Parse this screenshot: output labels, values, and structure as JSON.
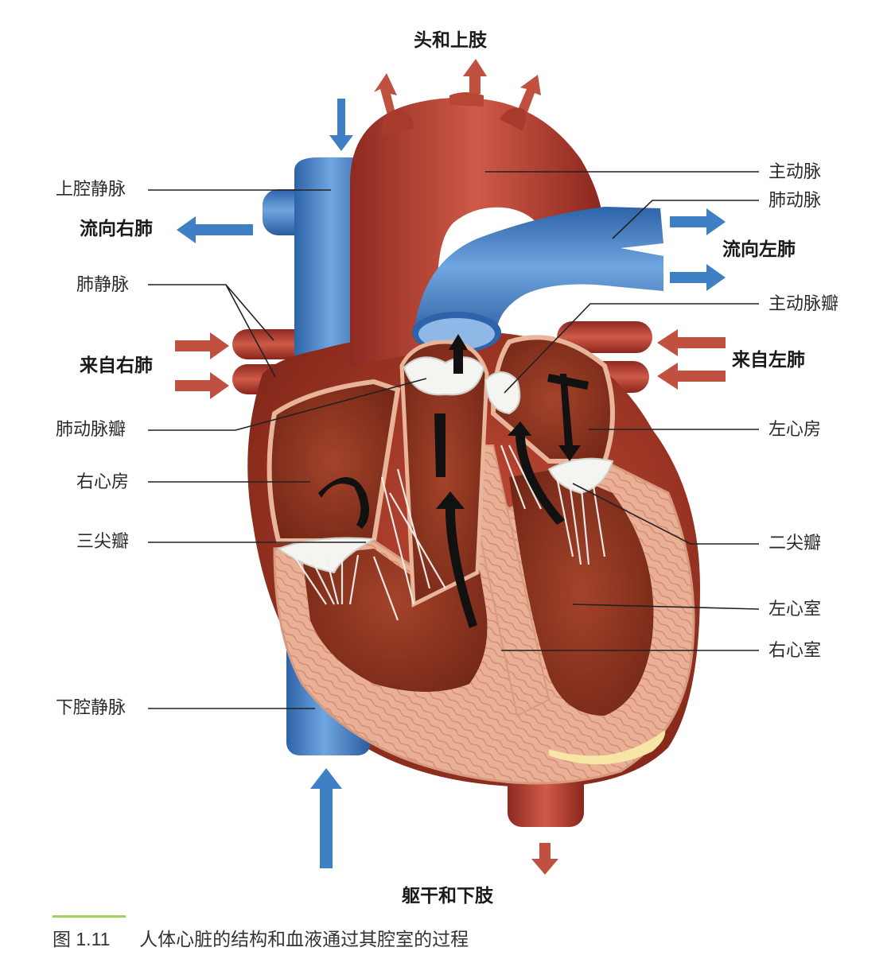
{
  "labels": {
    "head_upper_limbs": "头和上肢",
    "trunk_lower_limbs": "躯干和下肢",
    "superior_vena_cava": "上腔静脉",
    "to_right_lung": "流向右肺",
    "pulmonary_veins": "肺静脉",
    "from_right_lung": "来自右肺",
    "pulmonary_valve": "肺动脉瓣",
    "right_atrium": "右心房",
    "tricuspid_valve": "三尖瓣",
    "inferior_vena_cava": "下腔静脉",
    "aorta": "主动脉",
    "pulmonary_artery": "肺动脉",
    "to_left_lung": "流向左肺",
    "aortic_valve": "主动脉瓣",
    "from_left_lung": "来自左肺",
    "left_atrium": "左心房",
    "mitral_valve": "二尖瓣",
    "left_ventricle": "左心室",
    "right_ventricle": "右心室"
  },
  "caption": {
    "number": "图 1.11",
    "text": "人体心脏的结构和血液通过其腔室的过程"
  },
  "colors": {
    "vein_blue": "#3f7fc4",
    "artery_red": "#b83a2c",
    "arrow_red": "#c0503f",
    "muscle": "#e8a98c",
    "chamber": "#8b3420",
    "valve": "#f2f2ee",
    "caption_accent": "#9fd45a"
  }
}
